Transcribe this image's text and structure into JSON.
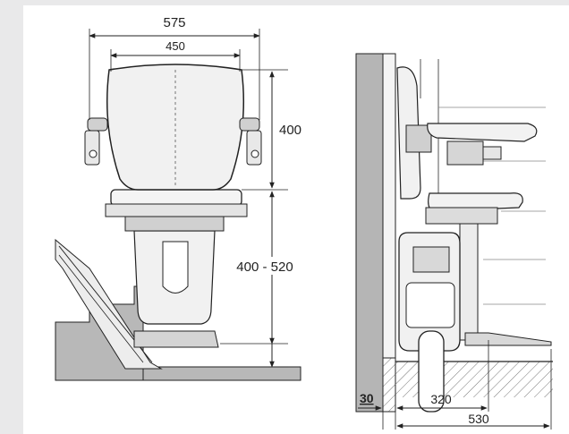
{
  "dimensions": {
    "front": {
      "overall_width": "575",
      "seat_width": "450",
      "back_height": "400",
      "seat_height_range": "400 - 520"
    },
    "side": {
      "wall_gap": "30",
      "depth_folded": "320",
      "depth_total": "530"
    }
  },
  "colors": {
    "background": "#e9e9ea",
    "panel": "#ffffff",
    "line": "#222222",
    "floor": "#b8b8b8",
    "wall": "#b5b5b5",
    "chair_fill": "#f1f1f1"
  }
}
